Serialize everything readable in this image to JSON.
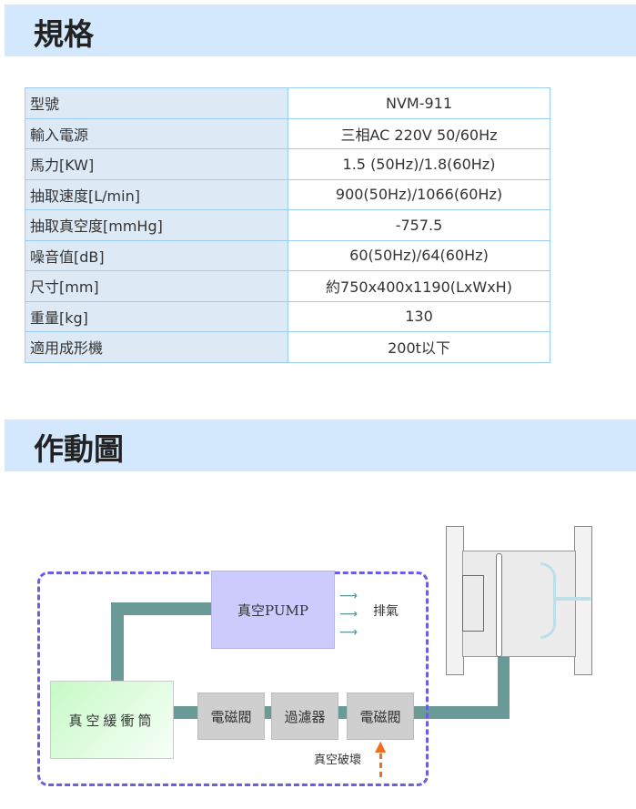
{
  "specs": {
    "title": "規格",
    "rows": [
      {
        "label": "型號",
        "value": "NVM-911"
      },
      {
        "label": "輸入電源",
        "value": "三相AC 220V 50/60Hz"
      },
      {
        "label": "馬力[KW]",
        "value": "1.5 (50Hz)/1.8(60Hz)"
      },
      {
        "label": "抽取速度[L/min]",
        "value": "900(50Hz)/1066(60Hz)"
      },
      {
        "label": "抽取真空度[mmHg]",
        "value": "-757.5"
      },
      {
        "label": "噪音值[dB]",
        "value": "60(50Hz)/64(60Hz)"
      },
      {
        "label": "尺寸[mm]",
        "value": "約750x400x1190(LxWxH)"
      },
      {
        "label": "重量[kg]",
        "value": "130"
      },
      {
        "label": "適用成形機",
        "value": "200t以下"
      }
    ]
  },
  "diagram": {
    "title": "作動圖",
    "pump": "真空PUMP",
    "exhaust": "排氣",
    "buffer": "真空緩衝筒",
    "valve1": "電磁閥",
    "filter": "過濾器",
    "valve2": "電磁閥",
    "break": "真空破壞"
  }
}
